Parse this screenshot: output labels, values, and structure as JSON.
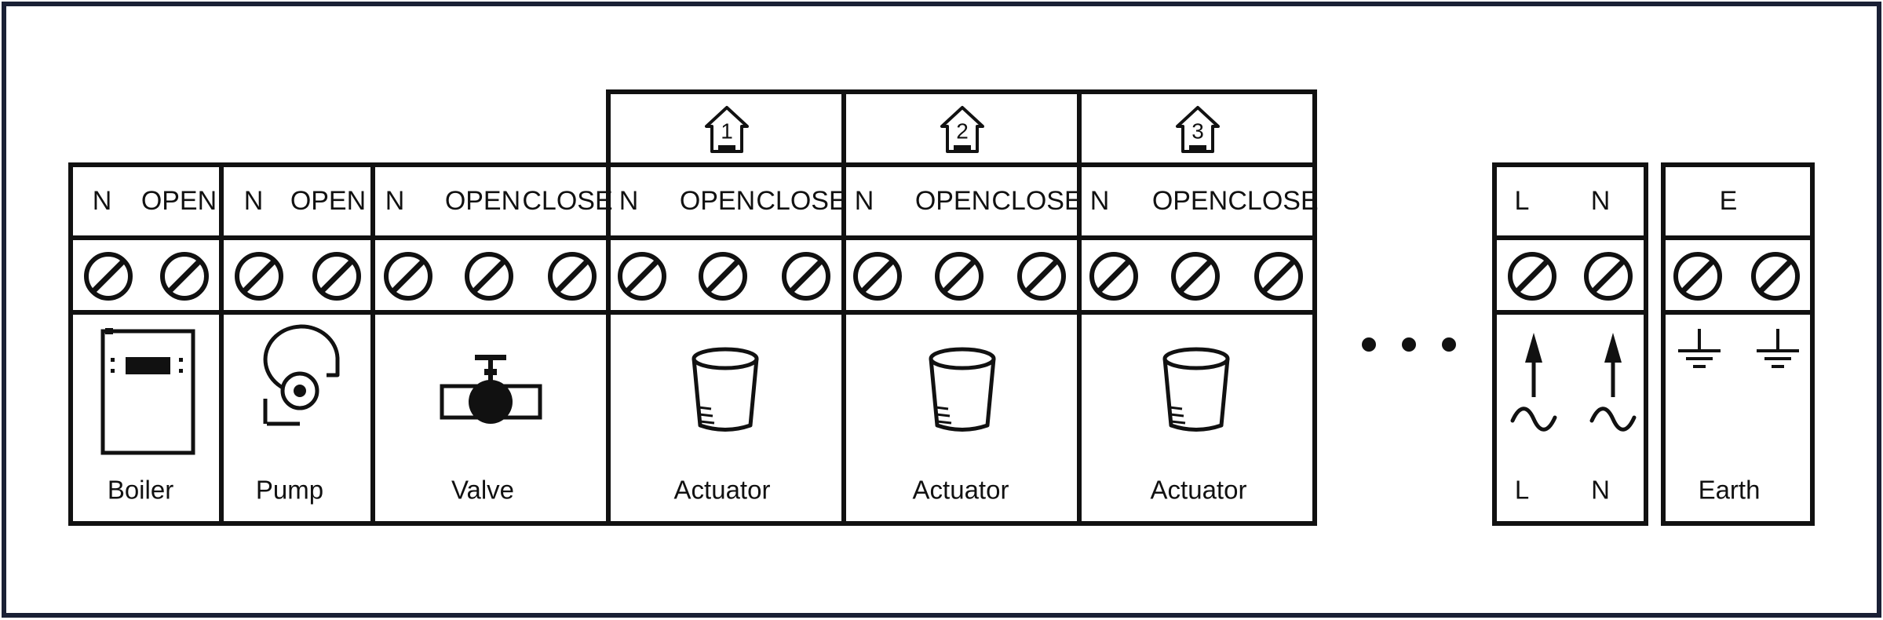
{
  "zones": [
    {
      "id": "1",
      "icon": "house-zone-icon"
    },
    {
      "id": "2",
      "icon": "house-zone-icon"
    },
    {
      "id": "3",
      "icon": "house-zone-icon"
    }
  ],
  "blocks": [
    {
      "key": "boiler",
      "headers": [
        "N",
        "OPEN"
      ],
      "icon": "boiler-icon",
      "label": "Boiler"
    },
    {
      "key": "pump",
      "headers": [
        "N",
        "OPEN"
      ],
      "icon": "pump-icon",
      "label": "Pump"
    },
    {
      "key": "valve",
      "headers": [
        "N",
        "OPEN",
        "CLOSE"
      ],
      "icon": "valve-icon",
      "label": "Valve"
    },
    {
      "key": "actuator-1",
      "headers": [
        "N",
        "OPEN",
        "CLOSE"
      ],
      "icon": "actuator-icon",
      "label": "Actuator"
    },
    {
      "key": "actuator-2",
      "headers": [
        "N",
        "OPEN",
        "CLOSE"
      ],
      "icon": "actuator-icon",
      "label": "Actuator"
    },
    {
      "key": "actuator-3",
      "headers": [
        "N",
        "OPEN",
        "CLOSE"
      ],
      "icon": "actuator-icon",
      "label": "Actuator"
    }
  ],
  "power": {
    "headers": [
      "L",
      "N"
    ],
    "icon": "ac-power-icon",
    "labels": [
      "L",
      "N"
    ]
  },
  "earth": {
    "header": "E",
    "icon": "ground-icon",
    "label": "Earth"
  },
  "ellipsis_icon": "ellipsis-icon",
  "terminal_icon": "screw-terminal-icon",
  "colors": {
    "line": "#111111",
    "frame": "#1a2035",
    "background": "#ffffff"
  }
}
